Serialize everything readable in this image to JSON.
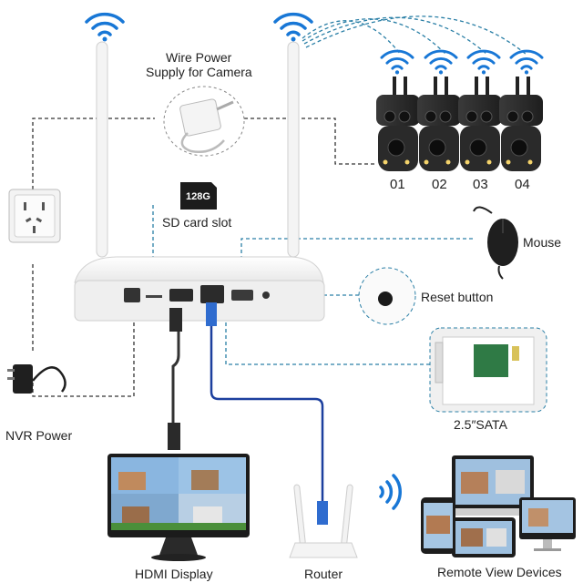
{
  "labels": {
    "wire_power_line1": "Wire Power",
    "wire_power_line2": "Supply for Camera",
    "sd_slot": "SD card slot",
    "sd_capacity": "128G",
    "mouse": "Mouse",
    "reset": "Reset button",
    "sata": "2.5″SATA",
    "nvr_power": "NVR Power",
    "hdmi_display": "HDMI Display",
    "router": "Router",
    "remote_view": "Remote View Devices"
  },
  "cameras": [
    "01",
    "02",
    "03",
    "04"
  ],
  "colors": {
    "wifi": "#1877d6",
    "dashed_link": "#2a7fa6",
    "black_wire": "#333333",
    "lan_cable": "#1c3f9e",
    "device_white": "#f1f1f1",
    "camera_body": "#2a2a2a"
  },
  "icons": [
    "wifi-icon",
    "power-socket-icon",
    "power-adapter-icon",
    "mouse-icon",
    "reset-button-icon",
    "sata-board-icon",
    "sd-card-icon",
    "router-icon",
    "monitor-icon",
    "laptop-icon",
    "tablet-icon",
    "phone-icon"
  ]
}
